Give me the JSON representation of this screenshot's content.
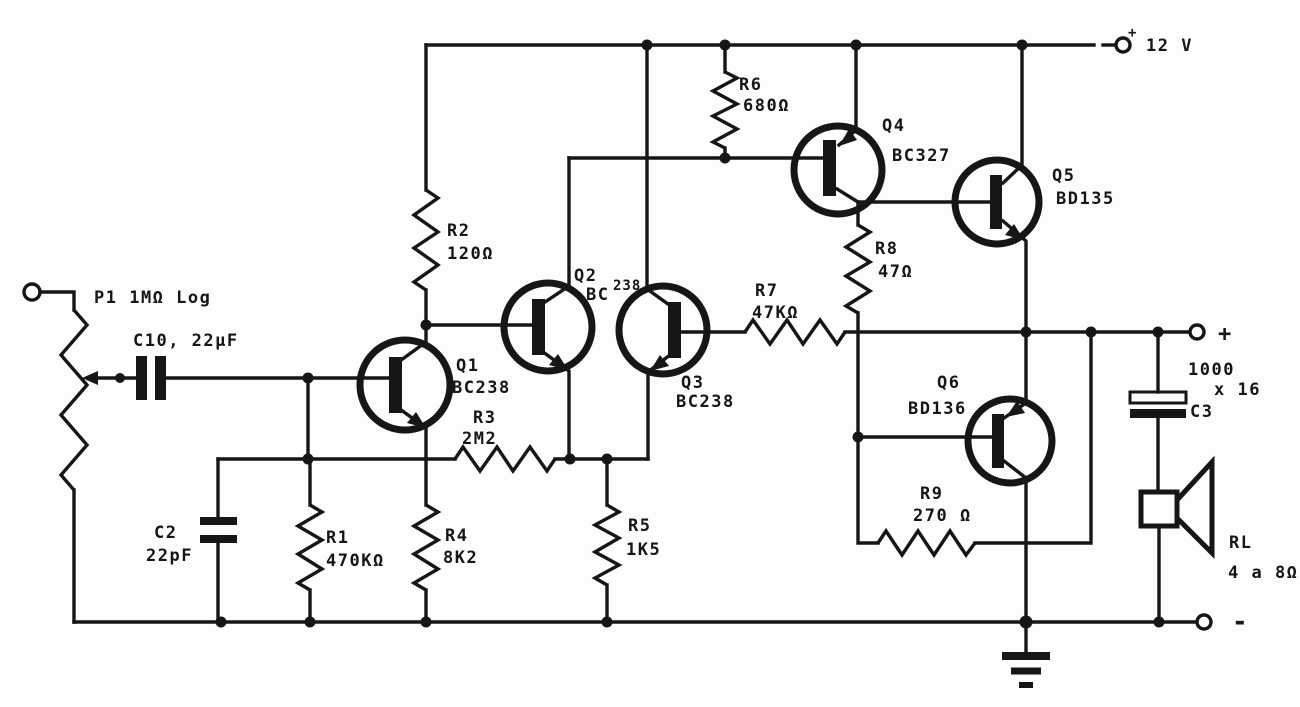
{
  "schematic": {
    "colors": {
      "ink": "#161616",
      "paper": "#fdfdfb"
    },
    "supply": {
      "sign": "+",
      "voltage": "12 V"
    },
    "output": {
      "plus": "+",
      "minus": "-"
    },
    "potentiometer": {
      "label": "P1 1MΩ Log"
    },
    "capacitors": {
      "c10": {
        "label": "C10, 22µF"
      },
      "c2": {
        "name": "C2",
        "value": "22pF"
      },
      "c3": {
        "name": "C3",
        "value_line1": "1000",
        "value_line2": "x 16"
      }
    },
    "resistors": {
      "r1": {
        "name": "R1",
        "value": "470KΩ"
      },
      "r2": {
        "name": "R2",
        "value": "120Ω"
      },
      "r3": {
        "name": "R3",
        "value": "2M2"
      },
      "r4": {
        "name": "R4",
        "value": "8K2"
      },
      "r5": {
        "name": "R5",
        "value": "1K5"
      },
      "r6": {
        "name": "R6",
        "value": "680Ω"
      },
      "r7": {
        "name": "R7",
        "value": "47KΩ"
      },
      "r8": {
        "name": "R8",
        "value": "47Ω"
      },
      "r9": {
        "name": "R9",
        "value": "270 Ω"
      }
    },
    "transistors": {
      "q1": {
        "name": "Q1",
        "part": "BC238"
      },
      "q2": {
        "name": "Q2",
        "part_prefix": "BC",
        "part_suffix": "238"
      },
      "q3": {
        "name": "Q3",
        "part": "BC238"
      },
      "q4": {
        "name": "Q4",
        "part": "BC327"
      },
      "q5": {
        "name": "Q5",
        "part": "BD135"
      },
      "q6": {
        "name": "Q6",
        "part": "BD136"
      }
    },
    "speaker": {
      "name": "RL",
      "value": "4 a 8Ω"
    }
  }
}
